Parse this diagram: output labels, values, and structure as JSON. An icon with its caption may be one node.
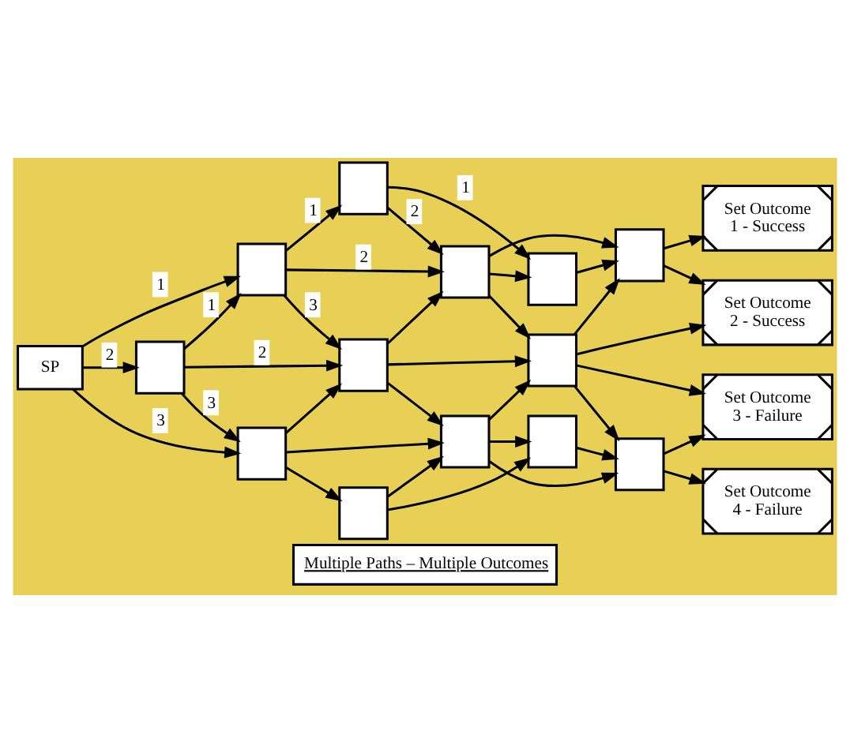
{
  "diagram": {
    "caption": "Multiple Paths – Multiple Outcomes",
    "nodes": [
      {
        "text": [
          "SP"
        ]
      },
      {
        "text": [],
        "shape": "box"
      },
      {
        "text": [],
        "shape": "box"
      },
      {
        "text": [],
        "shape": "box"
      },
      {
        "text": [],
        "shape": "box"
      },
      {
        "text": [],
        "shape": "box"
      },
      {
        "text": [],
        "shape": "box"
      },
      {
        "text": [],
        "shape": "box"
      },
      {
        "text": [],
        "shape": "box"
      },
      {
        "text": [],
        "shape": "box"
      },
      {
        "text": [],
        "shape": "box"
      },
      {
        "text": [],
        "shape": "box"
      },
      {
        "text": [],
        "shape": "box"
      },
      {
        "text": [],
        "shape": "box"
      },
      {
        "text": [
          "Set Outcome 1 - Success"
        ]
      },
      {
        "text": [
          "Set Outcome 2 - Success"
        ]
      },
      {
        "text": [
          "Set Outcome 3 - Failure"
        ]
      },
      {
        "text": [
          "Set Outcome 4 - Failure"
        ]
      }
    ],
    "edges": [
      {
        "from": 0,
        "to": 2,
        "arrow": "to",
        "label": "1"
      },
      {
        "from": 0,
        "to": 1,
        "arrow": "to",
        "label": "2"
      },
      {
        "from": 0,
        "to": 3,
        "arrow": "to",
        "label": "3"
      },
      {
        "from": 1,
        "to": 2,
        "arrow": "to",
        "label": "1"
      },
      {
        "from": 1,
        "to": 5,
        "arrow": "to",
        "label": "2"
      },
      {
        "from": 1,
        "to": 3,
        "arrow": "to",
        "label": "3"
      },
      {
        "from": 2,
        "to": 4,
        "arrow": "to",
        "label": "1"
      },
      {
        "from": 2,
        "to": 7,
        "arrow": "to",
        "label": "2"
      },
      {
        "from": 2,
        "to": 5,
        "arrow": "to",
        "label": "3"
      },
      {
        "from": 4,
        "to": 9,
        "arrow": "to",
        "label": "1"
      },
      {
        "from": 4,
        "to": 7,
        "arrow": "to",
        "label": "2"
      },
      {
        "from": 3,
        "to": 5,
        "arrow": "to"
      },
      {
        "from": 3,
        "to": 8,
        "arrow": "to"
      },
      {
        "from": 3,
        "to": 6,
        "arrow": "to"
      },
      {
        "from": 5,
        "to": 7,
        "arrow": "to"
      },
      {
        "from": 5,
        "to": 10,
        "arrow": "to"
      },
      {
        "from": 5,
        "to": 8,
        "arrow": "to"
      },
      {
        "from": 6,
        "to": 8,
        "arrow": "to"
      },
      {
        "from": 6,
        "to": 11,
        "arrow": "to"
      },
      {
        "from": 7,
        "to": 9,
        "arrow": "to"
      },
      {
        "from": 7,
        "to": 12,
        "arrow": "to"
      },
      {
        "from": 7,
        "to": 10,
        "arrow": "to"
      },
      {
        "from": 8,
        "to": 10,
        "arrow": "to"
      },
      {
        "from": 8,
        "to": 13,
        "arrow": "to"
      },
      {
        "from": 8,
        "to": 11,
        "arrow": "to"
      },
      {
        "from": 9,
        "to": 12,
        "arrow": "to"
      },
      {
        "from": 10,
        "to": 12,
        "arrow": "to"
      },
      {
        "from": 10,
        "to": 15,
        "arrow": "to"
      },
      {
        "from": 10,
        "to": 16,
        "arrow": "to"
      },
      {
        "from": 10,
        "to": 13,
        "arrow": "to"
      },
      {
        "from": 11,
        "to": 13,
        "arrow": "to"
      },
      {
        "from": 12,
        "to": 14,
        "arrow": "to"
      },
      {
        "from": 12,
        "to": 15,
        "arrow": "to"
      },
      {
        "from": 13,
        "to": 16,
        "arrow": "to"
      },
      {
        "from": 13,
        "to": 17,
        "arrow": "to"
      }
    ]
  }
}
